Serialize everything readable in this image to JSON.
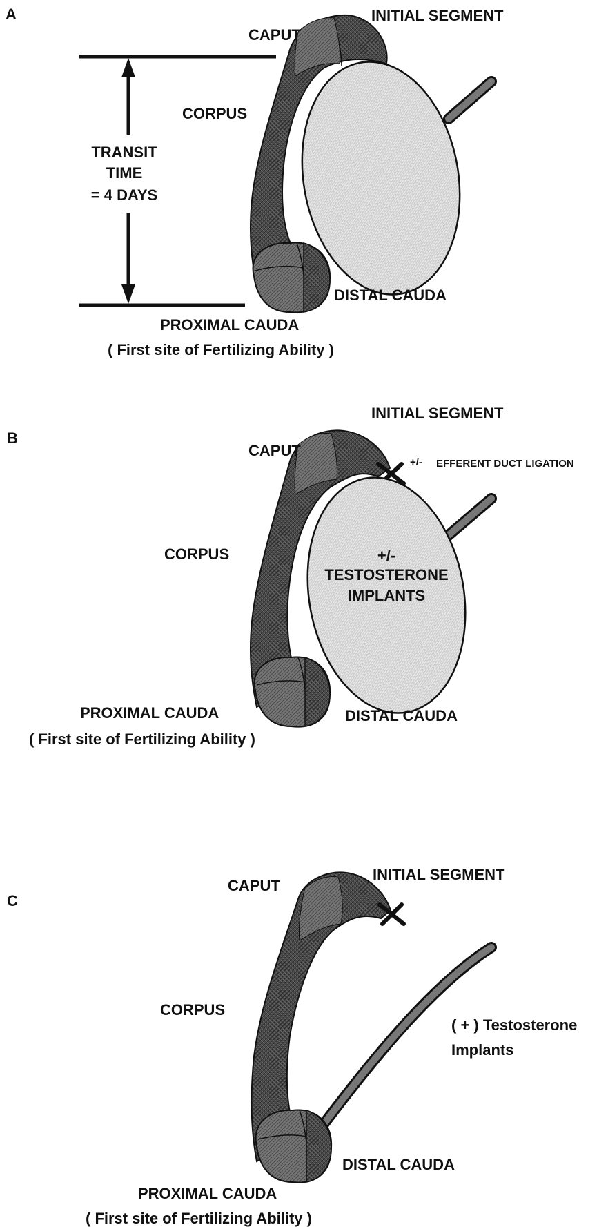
{
  "colors": {
    "tissue_dark": "#4a4a4a",
    "tissue_mid": "#6f6f6f",
    "tissue_light": "#8f8f8f",
    "testis_fill": "#e3e3e3",
    "outline": "#111111",
    "ink": "#111111"
  },
  "panels": [
    {
      "letter": "A",
      "labels": {
        "initial_segment": "INITIAL SEGMENT",
        "caput": "CAPUT",
        "corpus": "CORPUS",
        "distal_cauda": "DISTAL CAUDA",
        "proximal_cauda": "PROXIMAL CAUDA",
        "first_site": "( First site of Fertilizing Ability )",
        "transit_line1": "TRANSIT",
        "transit_line2": "TIME",
        "transit_line3": "= 4 DAYS"
      }
    },
    {
      "letter": "B",
      "labels": {
        "initial_segment": "INITIAL SEGMENT",
        "caput": "CAPUT",
        "corpus": "CORPUS",
        "distal_cauda": "DISTAL CAUDA",
        "proximal_cauda": "PROXIMAL CAUDA",
        "first_site": "( First site of Fertilizing Ability )",
        "ligation_sign": "+/-",
        "ligation_text": "EFFERENT DUCT LIGATION",
        "testis_line1": "+/-",
        "testis_line2": "TESTOSTERONE",
        "testis_line3": "IMPLANTS"
      }
    },
    {
      "letter": "C",
      "labels": {
        "initial_segment": "INITIAL SEGMENT",
        "caput": "CAPUT",
        "corpus": "CORPUS",
        "distal_cauda": "DISTAL CAUDA",
        "proximal_cauda": "PROXIMAL CAUDA",
        "first_site": "( First site of Fertilizing Ability )",
        "implant_line1": "( + ) Testosterone",
        "implant_line2": "Implants"
      }
    }
  ]
}
